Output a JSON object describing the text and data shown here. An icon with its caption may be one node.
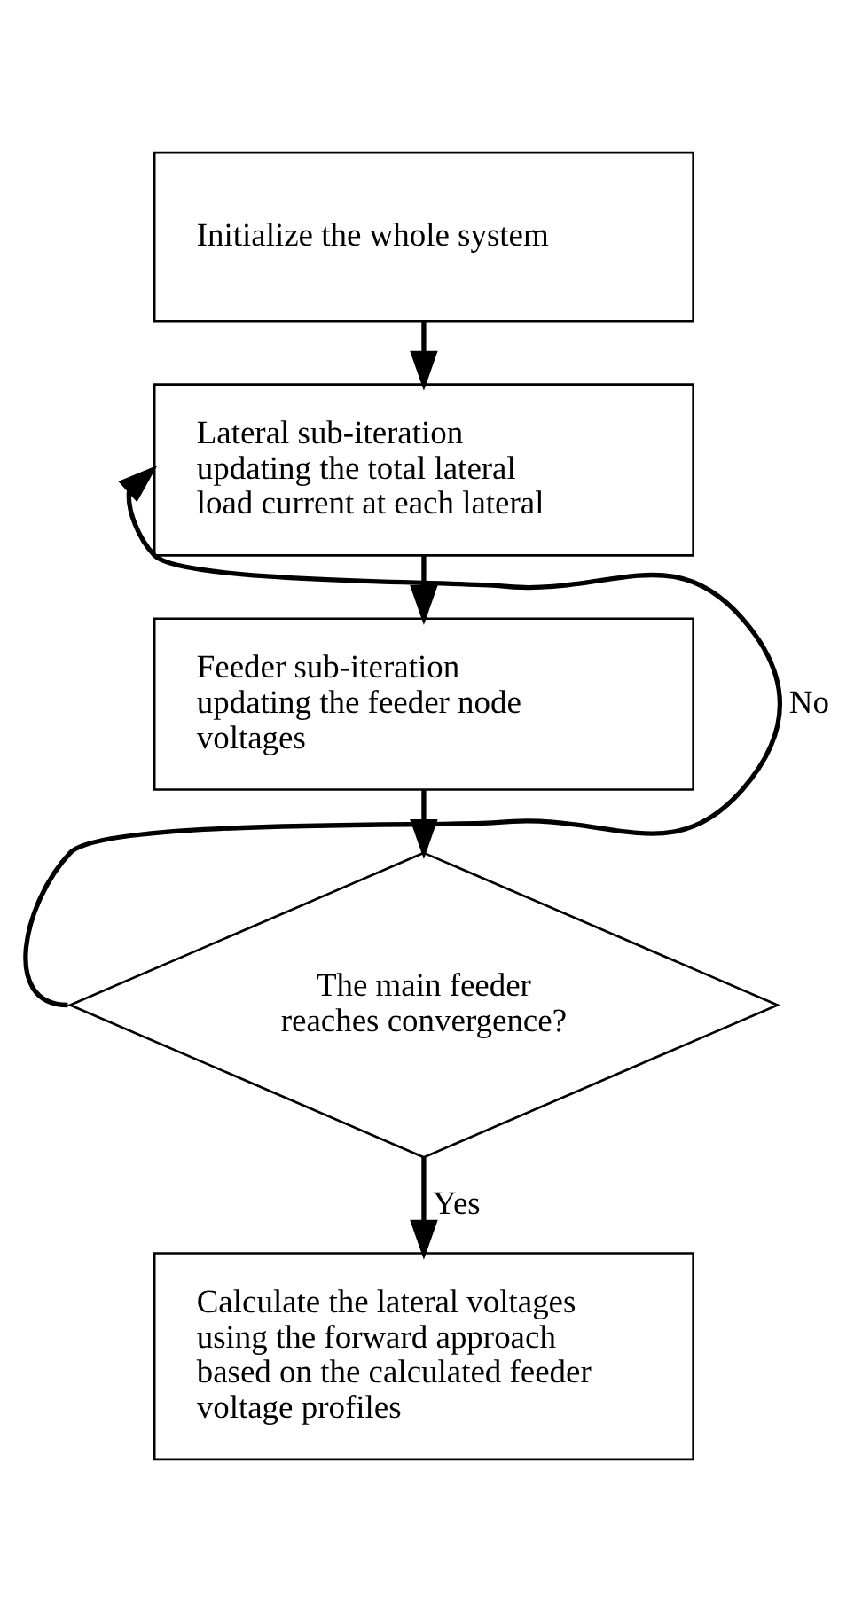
{
  "diagram": {
    "nodes": [
      {
        "text": [
          "Initialize the whole system"
        ]
      },
      {
        "text": [
          "Lateral sub-iteration updating the total lateral load current at each lateral"
        ]
      },
      {
        "text": [
          "Feeder sub-iteration updating the feeder node voltages"
        ]
      },
      {
        "text": [
          "The main feeder reaches convergence?"
        ]
      },
      {
        "text": [
          "Calculate the lateral voltages using the forward approach based on the calculated feeder voltage profiles"
        ]
      }
    ],
    "edges": [
      {
        "from": 0,
        "to": 1,
        "arrow": "to"
      },
      {
        "from": 1,
        "to": 2,
        "arrow": "to"
      },
      {
        "from": 2,
        "to": 3,
        "arrow": "to"
      },
      {
        "from": 3,
        "to": 1,
        "arrow": "to",
        "label": "No"
      },
      {
        "from": 3,
        "to": 4,
        "arrow": "to",
        "label": "Yes"
      }
    ]
  }
}
